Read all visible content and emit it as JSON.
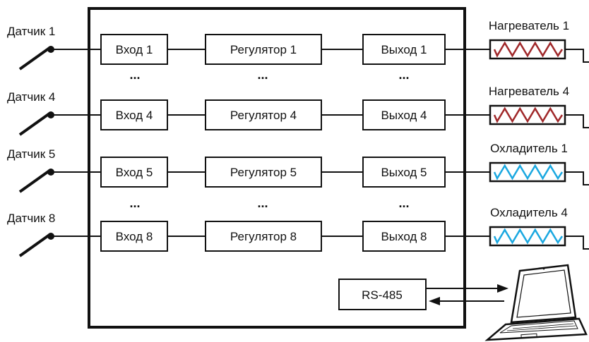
{
  "rows": [
    {
      "sensor": "Датчик 1",
      "input": "Вход 1",
      "regulator": "Регулятор 1",
      "output": "Выход 1",
      "device": "Нагреватель 1",
      "device_type": "heater"
    },
    {
      "sensor": "Датчик 4",
      "input": "Вход 4",
      "regulator": "Регулятор 4",
      "output": "Выход 4",
      "device": "Нагреватель 4",
      "device_type": "heater"
    },
    {
      "sensor": "Датчик 5",
      "input": "Вход 5",
      "regulator": "Регулятор 5",
      "output": "Выход 5",
      "device": "Охладитель 1",
      "device_type": "cooler"
    },
    {
      "sensor": "Датчик 8",
      "input": "Вход 8",
      "regulator": "Регулятор 8",
      "output": "Выход 8",
      "device": "Охладитель 4",
      "device_type": "cooler"
    }
  ],
  "ellipsis": "...",
  "interface": "RS-485",
  "colors": {
    "heater": "#a0282a",
    "cooler": "#1ba8e0",
    "line": "#111111"
  },
  "icons": {
    "sensor": "switch-sensor-icon",
    "heater": "heater-resistor-icon",
    "cooler": "cooler-resistor-icon",
    "computer": "laptop-icon"
  }
}
